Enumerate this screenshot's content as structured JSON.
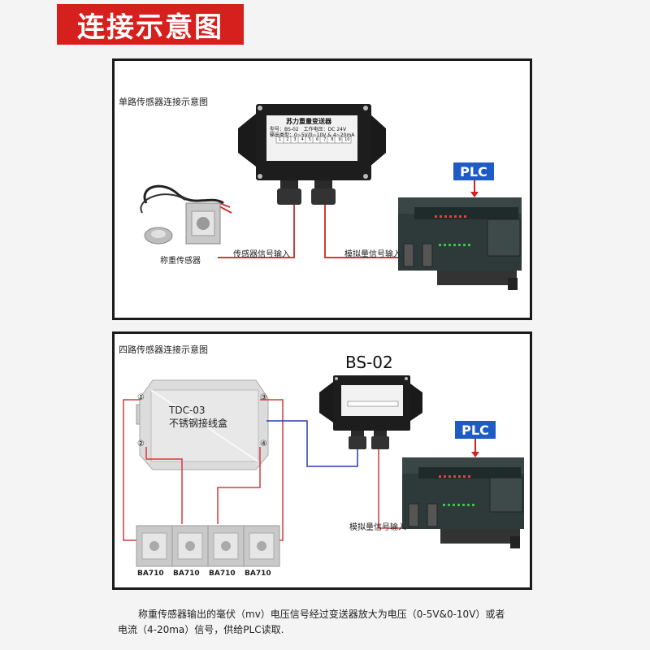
{
  "header": {
    "title": "连接示意图"
  },
  "panel1": {
    "title": "单路传感器连接示意图",
    "transmitter": {
      "name": "苏力重量变送器",
      "line1": "型号：BS-02　工作电压：DC 24V",
      "line2": "输出类型：0~5V/0~10V & 4~20mA",
      "terminals": [
        "1",
        "2",
        "3",
        "4",
        "5",
        "6",
        "7",
        "8",
        "9",
        "10"
      ]
    },
    "sensor_label": "称重传感器",
    "sensor_signal_label": "传感器信号输入",
    "analog_signal_label": "模拟量信号输入",
    "plc_label": "PLC"
  },
  "panel2": {
    "title": "四路传感器连接示意图",
    "bs02_label": "BS-02",
    "junction_box": {
      "model": "TDC-03",
      "name": "不锈钢接线盒",
      "ports": [
        "①",
        "②",
        "③",
        "④"
      ]
    },
    "analog_signal_label": "模拟量信号输入",
    "plc_label": "PLC",
    "load_cells": [
      "BA710",
      "BA710",
      "BA710",
      "BA710"
    ]
  },
  "caption": {
    "line1": "称重传感器输出的毫伏（mv）电压信号经过变送器放大为电压（0-5V&0-10V）或者",
    "line2": "电流（4-20ma）信号，供给PLC读取."
  },
  "colors": {
    "accent_red": "#d6201e",
    "wire_red": "#d33b3b",
    "wire_blue": "#2a3fa8",
    "plc_blue": "#1f5bc4"
  }
}
